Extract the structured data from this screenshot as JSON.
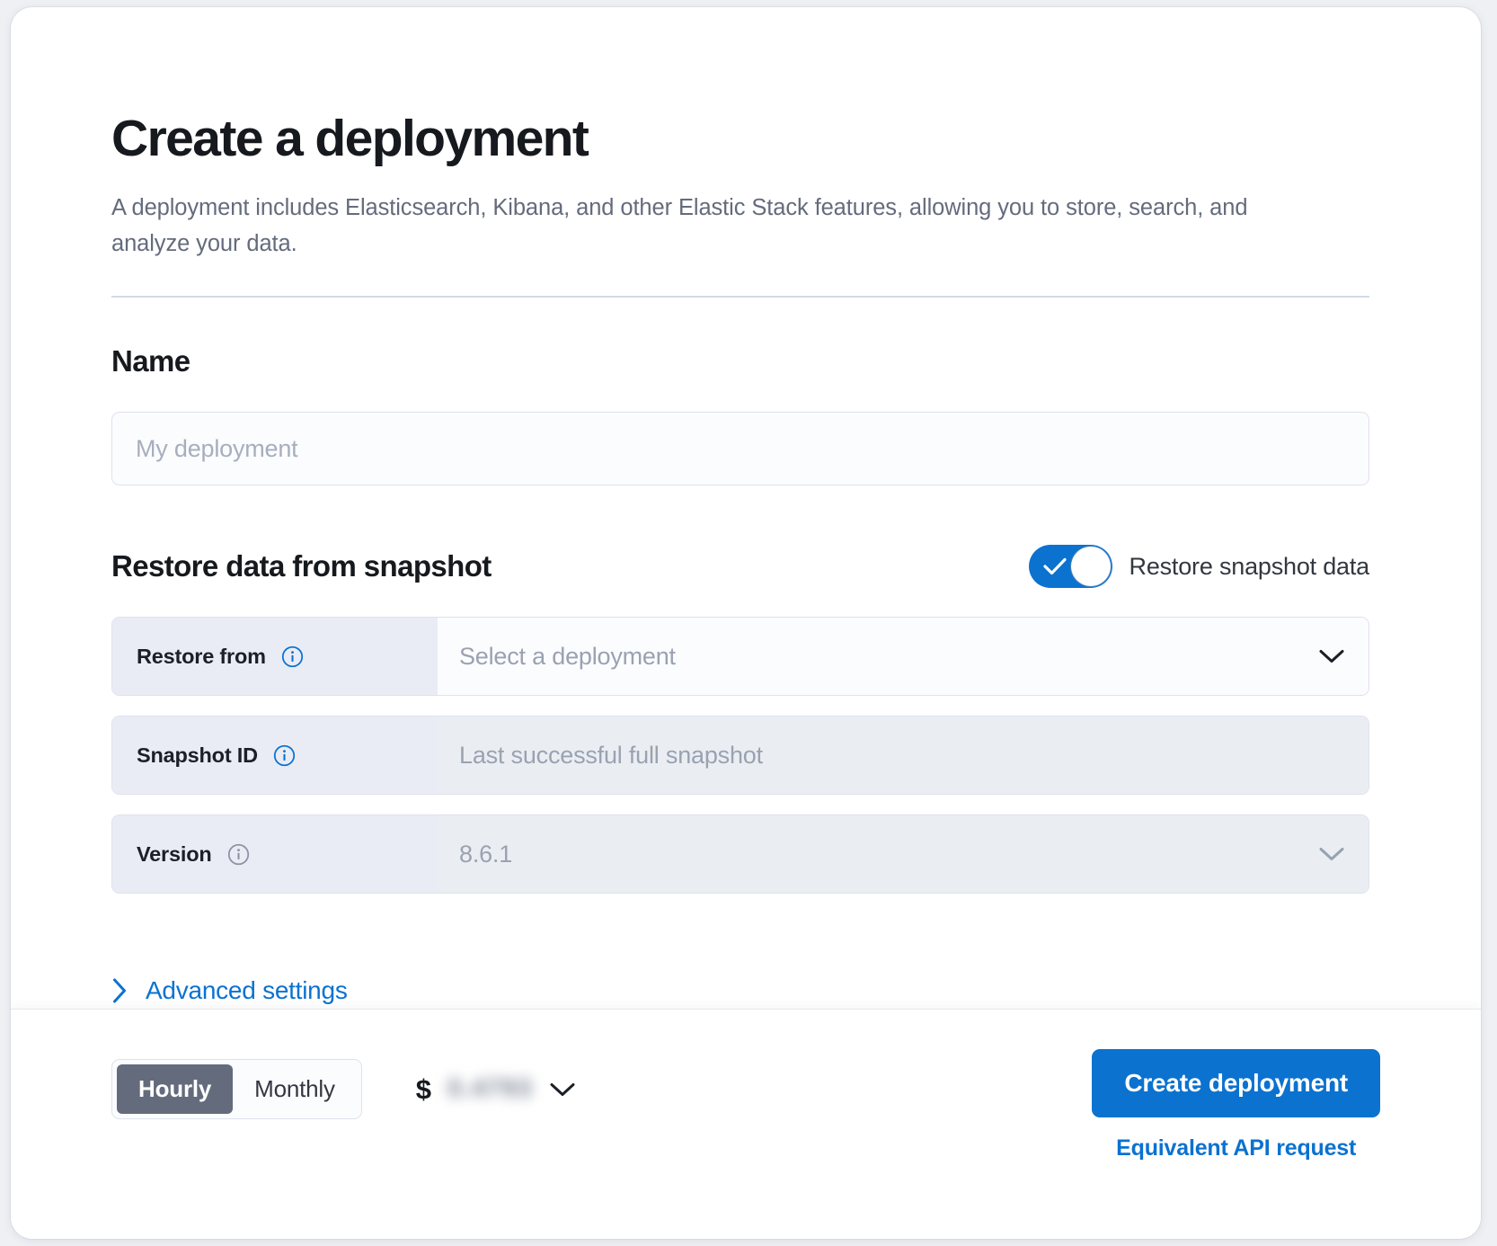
{
  "header": {
    "title": "Create a deployment",
    "description": "A deployment includes Elasticsearch, Kibana, and other Elastic Stack features, allowing you to store, search, and analyze your data."
  },
  "name_section": {
    "heading": "Name",
    "input_value": "",
    "input_placeholder": "My deployment"
  },
  "restore_section": {
    "heading": "Restore data from snapshot",
    "toggle": {
      "label": "Restore snapshot data",
      "checked": true,
      "on_color": "#0b72d0"
    },
    "rows": [
      {
        "label": "Restore from",
        "info_icon": "info-circle-icon",
        "info_icon_color": "#0b72d0",
        "value": "Select a deployment",
        "is_placeholder": true,
        "disabled": false,
        "has_chevron": true
      },
      {
        "label": "Snapshot ID",
        "info_icon": "info-circle-icon",
        "info_icon_color": "#0b72d0",
        "value": "Last successful full snapshot",
        "is_placeholder": true,
        "disabled": true,
        "has_chevron": false
      },
      {
        "label": "Version",
        "info_icon": "info-circle-icon",
        "info_icon_color": "#8b93a3",
        "value": "8.6.1",
        "is_placeholder": true,
        "disabled": true,
        "has_chevron": true
      }
    ]
  },
  "advanced_settings": {
    "label": "Advanced settings",
    "icon": "chevron-right-icon",
    "expanded": false,
    "color": "#0b72d0"
  },
  "footer": {
    "billing": {
      "options": [
        "Hourly",
        "Monthly"
      ],
      "selected": "Hourly"
    },
    "price": {
      "currency_symbol": "$",
      "amount": "0.4793",
      "redacted": true,
      "chevron_icon": "chevron-down-icon"
    },
    "create_button": "Create deployment",
    "api_link": "Equivalent API request",
    "accent_color": "#0b72d0"
  }
}
